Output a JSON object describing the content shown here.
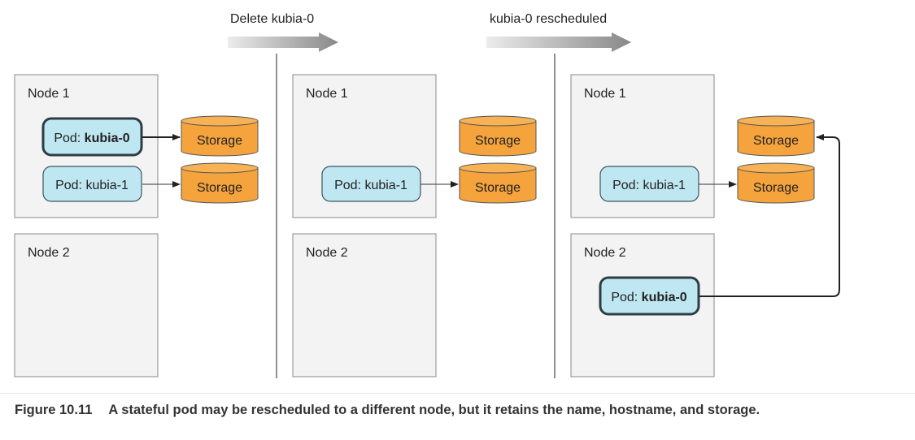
{
  "banners": {
    "step1": "Delete kubia-0",
    "step2": "kubia-0 rescheduled"
  },
  "nodes": {
    "node1": "Node 1",
    "node2": "Node 2"
  },
  "pod": {
    "prefix": "Pod: ",
    "kubia0": "kubia-0",
    "kubia1": "kubia-1"
  },
  "storage": "Storage",
  "caption": {
    "number": "Figure 10.11",
    "text": "A stateful pod may be rescheduled to a different node, but it retains the name, hostname, and storage."
  },
  "colors": {
    "pod_fill": "#bfe7f2",
    "storage_fill": "#f5a33c",
    "node_fill": "#f3f3f3"
  }
}
